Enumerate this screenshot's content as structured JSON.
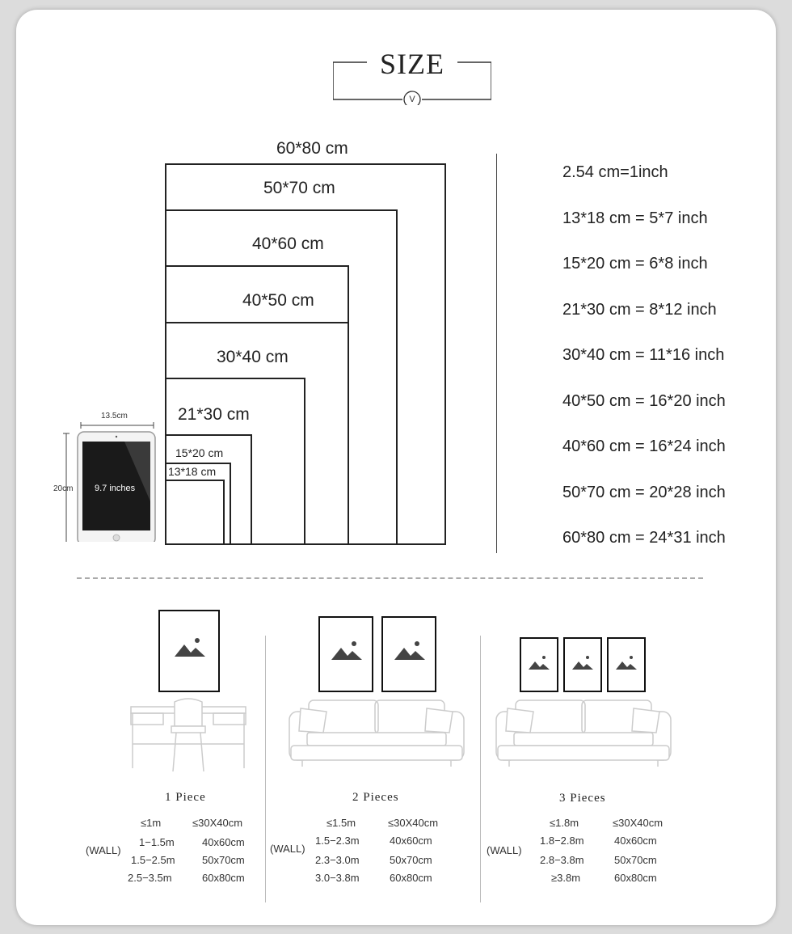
{
  "title": "SIZE",
  "title_badge": "V",
  "sizes_cm": [
    "60*80 cm",
    "50*70 cm",
    "40*60 cm",
    "40*50 cm",
    "30*40 cm",
    "21*30 cm",
    "15*20 cm",
    "13*18 cm"
  ],
  "tablet": {
    "width_label": "13.5cm",
    "height_label": "20cm",
    "screen_label": "9.7 inches"
  },
  "conversions": [
    "2.54 cm=1inch",
    "13*18 cm = 5*7 inch",
    "15*20 cm = 6*8 inch",
    "21*30 cm = 8*12 inch",
    "30*40 cm = 11*16 inch",
    "40*50 cm = 16*20 inch",
    "40*60 cm = 16*24 inch",
    "50*70 cm = 20*28 inch",
    "60*80 cm = 24*31 inch"
  ],
  "wall_label": "(WALL)",
  "pieces": [
    {
      "title": "1 Piece",
      "rows": [
        [
          "≤1m",
          "≤30X40cm"
        ],
        [
          "1−1.5m",
          "40x60cm"
        ],
        [
          "1.5−2.5m",
          "50x70cm"
        ],
        [
          "2.5−3.5m",
          "60x80cm"
        ]
      ]
    },
    {
      "title": "2 Pieces",
      "rows": [
        [
          "≤1.5m",
          "≤30X40cm"
        ],
        [
          "1.5−2.3m",
          "40x60cm"
        ],
        [
          "2.3−3.0m",
          "50x70cm"
        ],
        [
          "3.0−3.8m",
          "60x80cm"
        ]
      ]
    },
    {
      "title": "3 Pieces",
      "rows": [
        [
          "≤1.8m",
          "≤30X40cm"
        ],
        [
          "1.8−2.8m",
          "40x60cm"
        ],
        [
          "2.8−3.8m",
          "50x70cm"
        ],
        [
          "≥3.8m",
          "60x80cm"
        ]
      ]
    }
  ]
}
